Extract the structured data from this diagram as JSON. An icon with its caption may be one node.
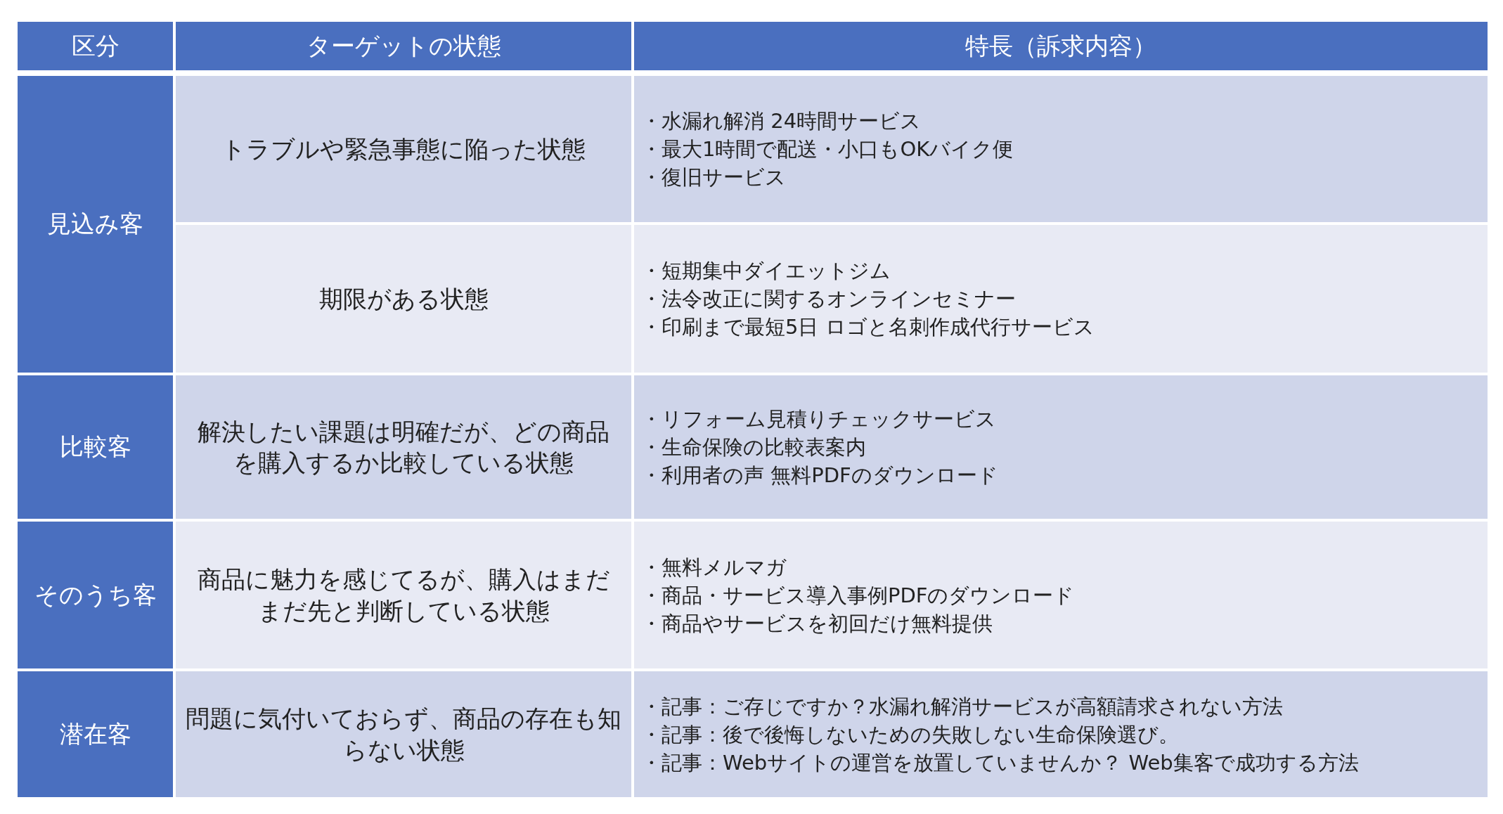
{
  "diagram": {
    "labels": [
      "区分",
      "ターゲットの状態",
      "特長（訴求内容）",
      "見込み客",
      "トラブルや緊急事態に陥った状態",
      "・水漏れ解消 24時間サービス",
      "・最大1時間で配送・小口もOKバイク便",
      "・復旧サービス",
      "期限がある状態",
      "・短期集中ダイエットジム",
      "・法令改正に関するオンラインセミナー",
      "・印刷まで最短5日 ロゴと名刺作成代行サービス",
      "比較客",
      "解決したい課題は明確だが、どの商品を購入するか比較している状態",
      "・リフォーム見積りチェックサービス",
      "・生命保険の比較表案内",
      "・利用者の声 無料PDFのダウンロード",
      "そのうち客",
      "商品に魅力を感じてるが、購入はまだまだ先と判断している状態",
      "・無料メルマガ",
      "・商品・サービス導入事例PDFのダウンロード",
      "・商品やサービスを初回だけ無料提供",
      "潜在客",
      "問題に気付いておらず、商品の存在も知らない状態",
      "・記事：ご存じですか？水漏れ解消サービスが高額請求されない方法",
      "・記事：後で後悔しないための失敗しない生命保険選び。",
      "・記事：Webサイトの運営を放置していませんか？ Web集客で成功する方法"
    ]
  }
}
